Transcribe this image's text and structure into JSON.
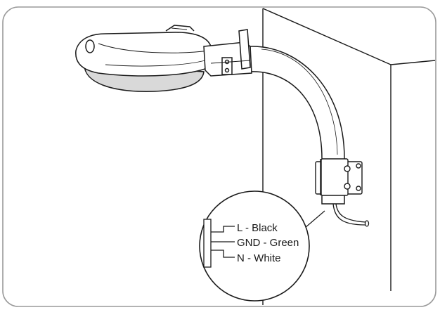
{
  "wiring": {
    "line_label": "L - Black",
    "ground_label": "GND - Green",
    "neutral_label": "N - White"
  },
  "colors": {
    "stroke": "#1a1a1a",
    "fixture_fill": "#ffffff",
    "fixture_shade": "#d9d9d9",
    "lens_fill": "#bfbfbf",
    "background": "#ffffff"
  },
  "icons": {
    "fixture": "led-area-light-icon",
    "wall": "wall-corner-icon",
    "mounting_arm": "curved-mounting-arm-icon",
    "wall_bracket": "wall-mount-bracket-icon",
    "wires": "wire-leads-icon"
  }
}
